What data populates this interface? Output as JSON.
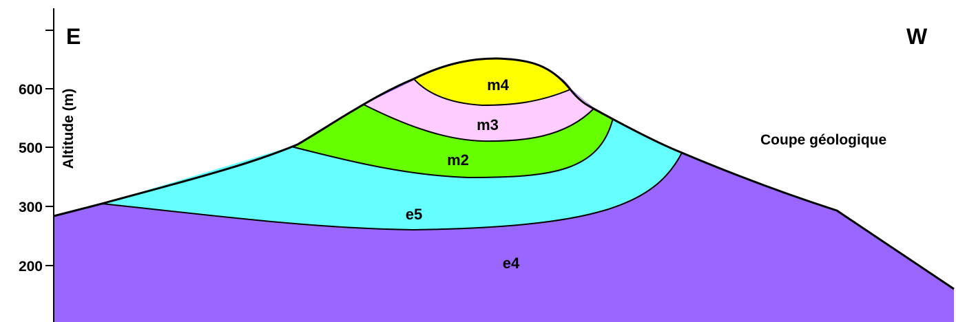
{
  "directions": {
    "left": "E",
    "right": "W"
  },
  "title": "Coupe géologique",
  "axis": {
    "label": "Altitude (m)",
    "ticks": [
      "600",
      "500",
      "300",
      "200"
    ]
  },
  "layers": [
    {
      "id": "m4",
      "label": "m4",
      "color": "#FFFF00"
    },
    {
      "id": "m3",
      "label": "m3",
      "color": "#FFCCFF"
    },
    {
      "id": "m2",
      "label": "m2",
      "color": "#66FF00"
    },
    {
      "id": "e5",
      "label": "e5",
      "color": "#66FFFF"
    },
    {
      "id": "e4",
      "label": "e4",
      "color": "#9966FF"
    }
  ]
}
